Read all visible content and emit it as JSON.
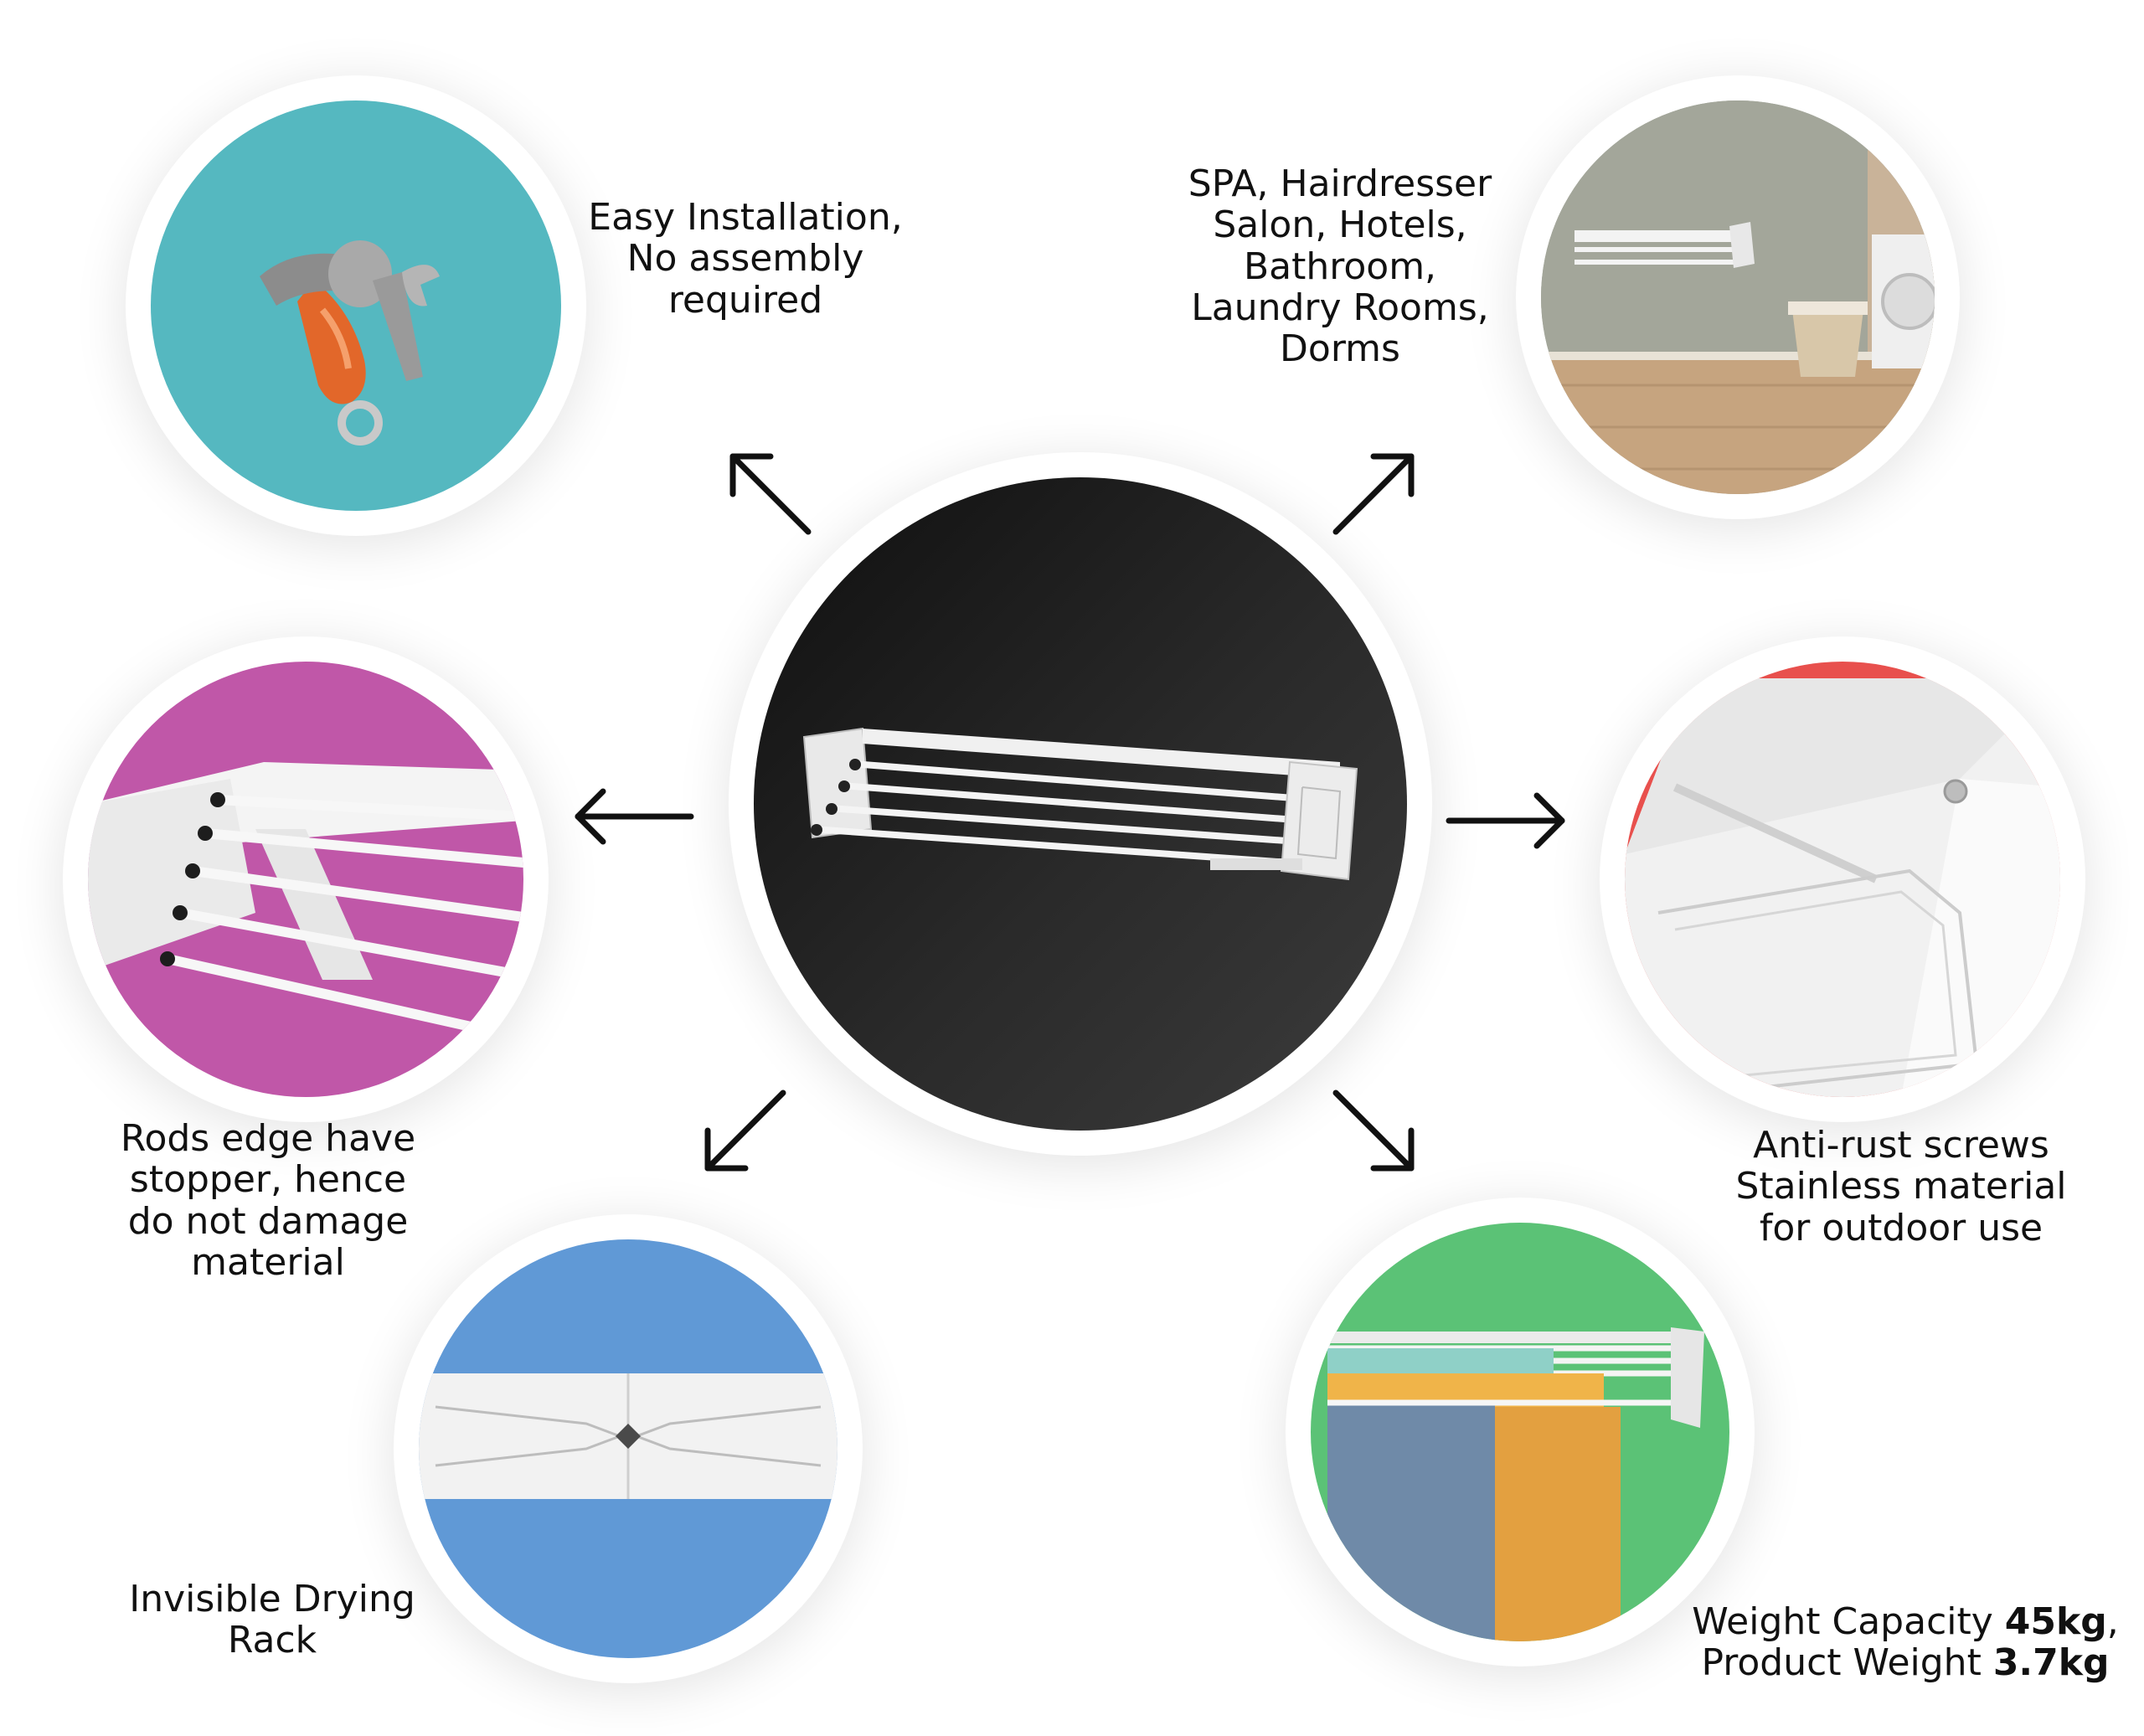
{
  "colors": {
    "teal": "#55b8c0",
    "grey_wall": "#a2a699",
    "magenta": "#c057a8",
    "red": "#e8504d",
    "blue": "#6099d6",
    "green": "#5bc276",
    "center_dark": "#1c1c1c",
    "text": "#111111"
  },
  "features": {
    "installation": {
      "lines": [
        "Easy Installation,",
        "No assembly",
        "required"
      ],
      "icon": "hammer-wrench-tools-icon"
    },
    "locations": {
      "lines": [
        "SPA, Hairdresser",
        "Salon, Hotels,",
        "Bathroom,",
        "Laundry Rooms,",
        "Dorms"
      ],
      "image": "room-with-wall-rack-photo"
    },
    "stopper": {
      "lines": [
        "Rods edge have",
        "stopper, hence",
        "do not damage",
        "material"
      ],
      "image": "rod-stopper-closeup-photo"
    },
    "antirust": {
      "lines": [
        "Anti-rust screws",
        "Stainless material",
        "for outdoor use"
      ],
      "image": "screw-closeup-photo"
    },
    "invisible": {
      "lines": [
        "Invisible Drying",
        "Rack"
      ],
      "image": "folded-rack-front-photo"
    },
    "weight": {
      "line1_text": "Weight Capacity ",
      "line1_bold": "45kg",
      "line1_end": ",",
      "line2_text": "Product Weight ",
      "line2_bold": "3.7kg",
      "image": "rack-with-clothes-photo"
    }
  },
  "center": {
    "image": "wall-mounted-drying-rack-photo"
  }
}
